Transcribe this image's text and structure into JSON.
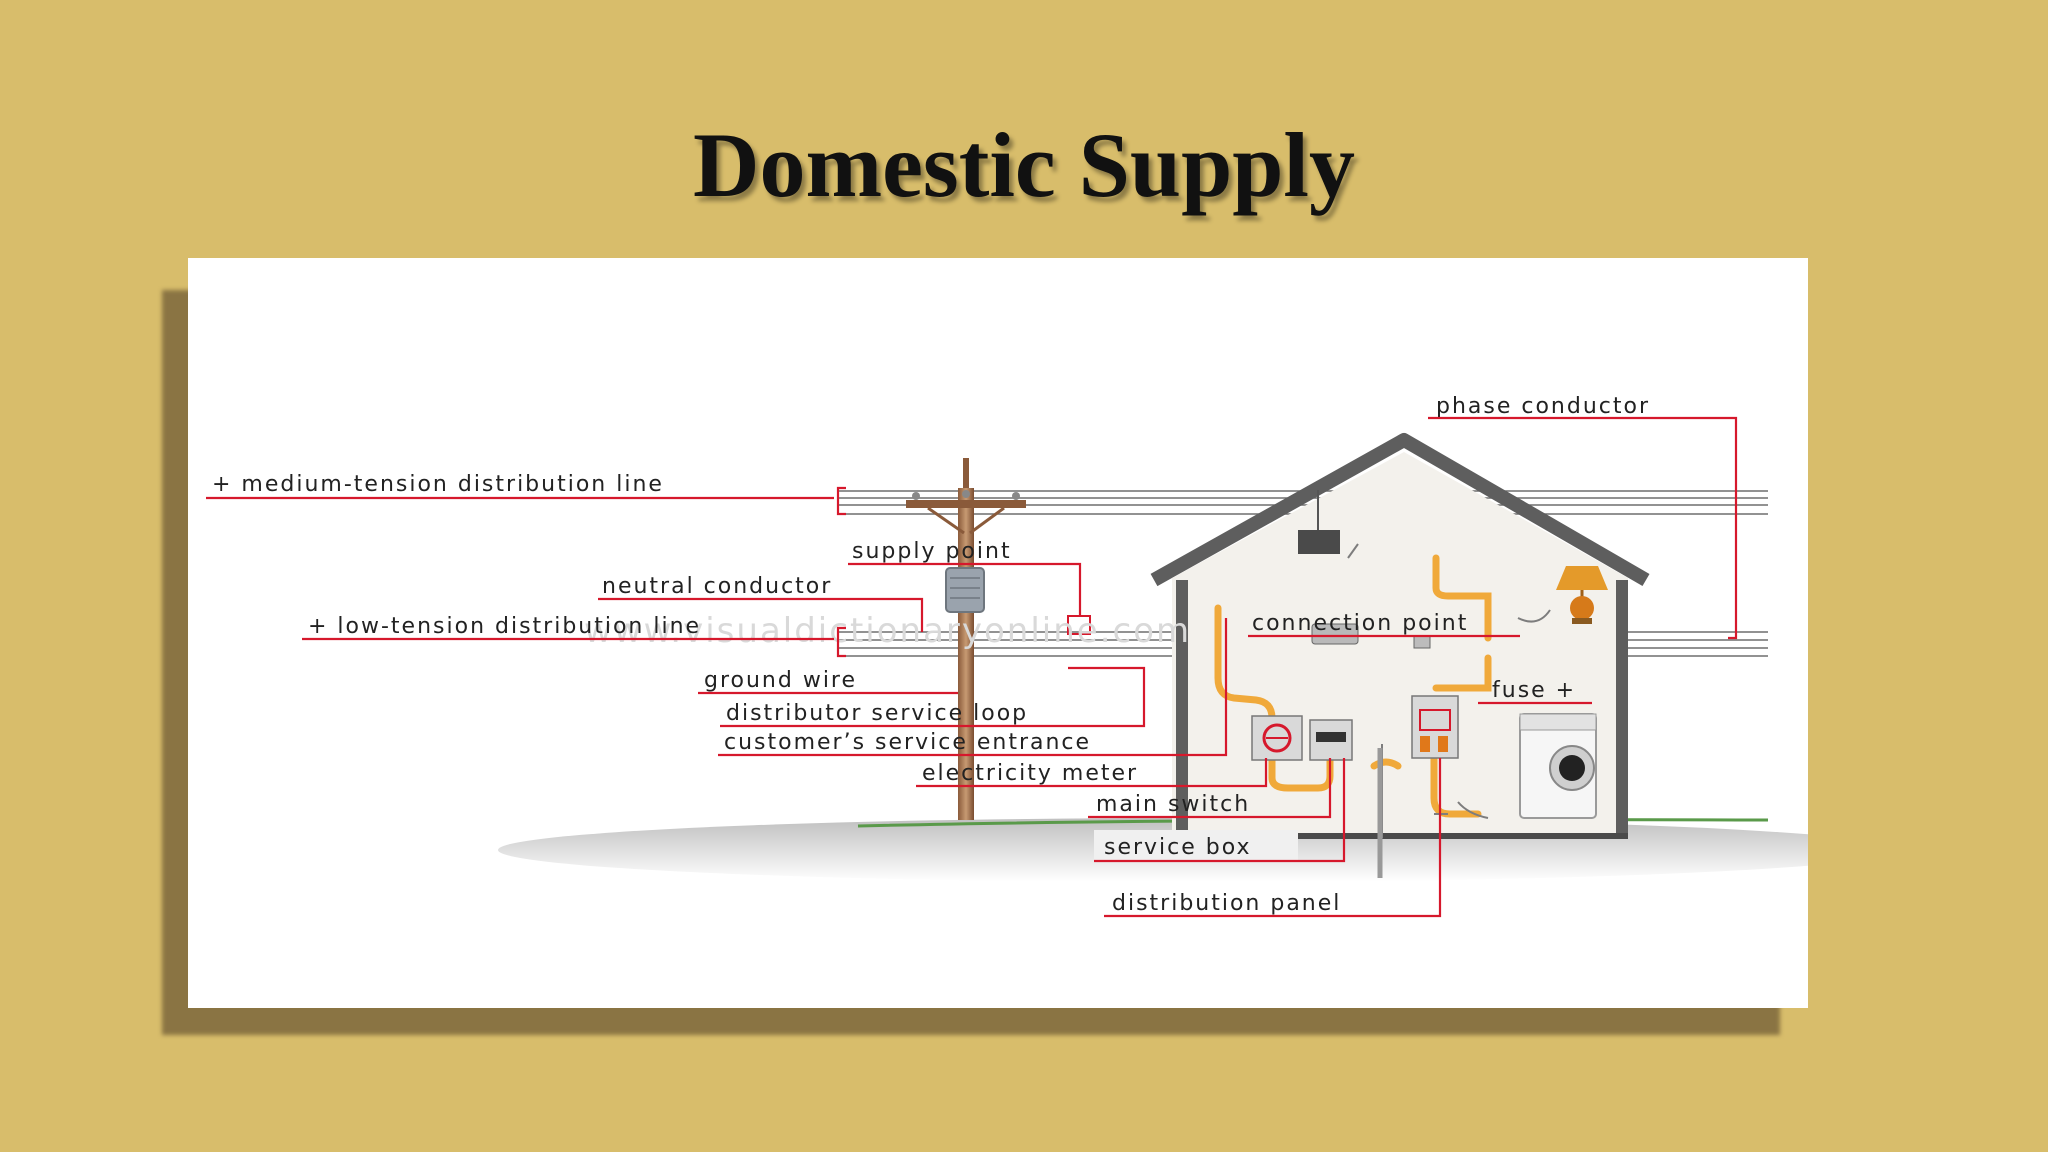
{
  "slide": {
    "title": "Domestic Supply"
  },
  "diagram": {
    "watermark": "www.visualdictionaryonline.com",
    "labels": {
      "phase_conductor": "phase conductor",
      "medium_tension": "+ medium-tension distribution line",
      "supply_point": "supply point",
      "neutral_conductor": "neutral conductor",
      "low_tension": "+ low-tension distribution line",
      "connection_point": "connection point",
      "ground_wire": "ground wire",
      "fuse": "fuse +",
      "distributor_service_loop": "distributor service loop",
      "customers_service_entrance": "customer’s service entrance",
      "electricity_meter": "electricity meter",
      "main_switch": "main switch",
      "service_box": "service box",
      "distribution_panel": "distribution panel"
    },
    "colors": {
      "leader": "#d6182c",
      "conductor": "#f0a93a",
      "house_outline": "#5e5e5e"
    }
  }
}
